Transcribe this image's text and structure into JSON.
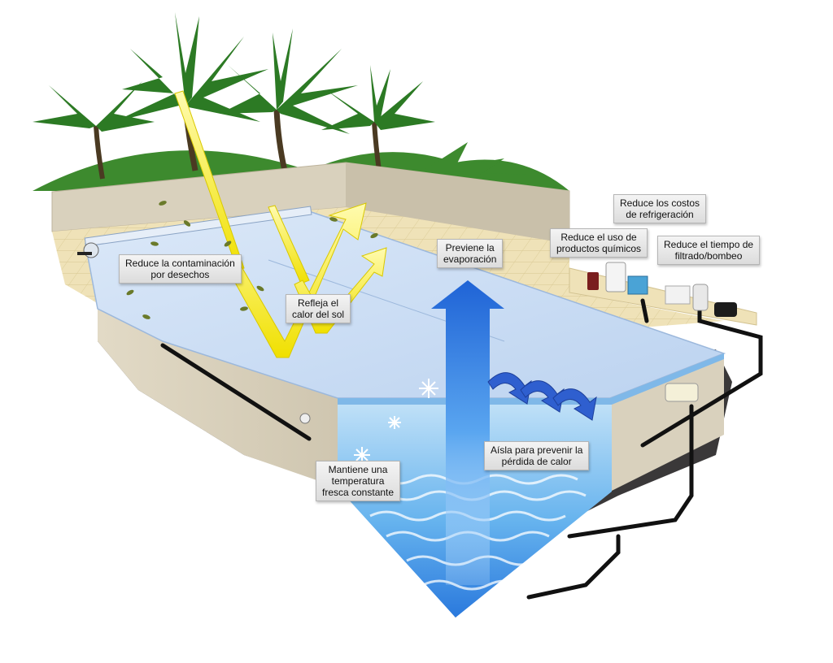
{
  "labels": {
    "contaminacion": [
      "Reduce la contaminación",
      "por desechos"
    ],
    "refleja": [
      "Refleja el",
      "calor del sol"
    ],
    "evaporacion": [
      "Previene la",
      "evaporación"
    ],
    "quimicos": [
      "Reduce el uso de",
      "productos químicos"
    ],
    "refrigeracion": [
      "Reduce los costos",
      "de refrigeración"
    ],
    "filtrado": [
      "Reduce el tiempo de",
      "filtrado/bombeo"
    ],
    "temperatura": [
      "Mantiene una",
      "temperatura",
      "fresca constante"
    ],
    "aisla": [
      "Aísla para prevenir la",
      "pérdida de calor"
    ]
  },
  "colors": {
    "cover": "#cfe0f5",
    "water": "#3f8ee0",
    "deck": "#efe2b8",
    "wall": "#d8d0bd",
    "ground": "#3c3a3b",
    "sun_arrow": "#f2e600",
    "evap_arrow": "#2f7fe0",
    "palm": "#2f8a2a",
    "pipe": "#111111"
  },
  "icons": [
    "palm-tree-icon",
    "leaf-icon",
    "snowflake-icon",
    "pump-icon",
    "chemical-bottle-icon",
    "cover-reel-icon"
  ]
}
